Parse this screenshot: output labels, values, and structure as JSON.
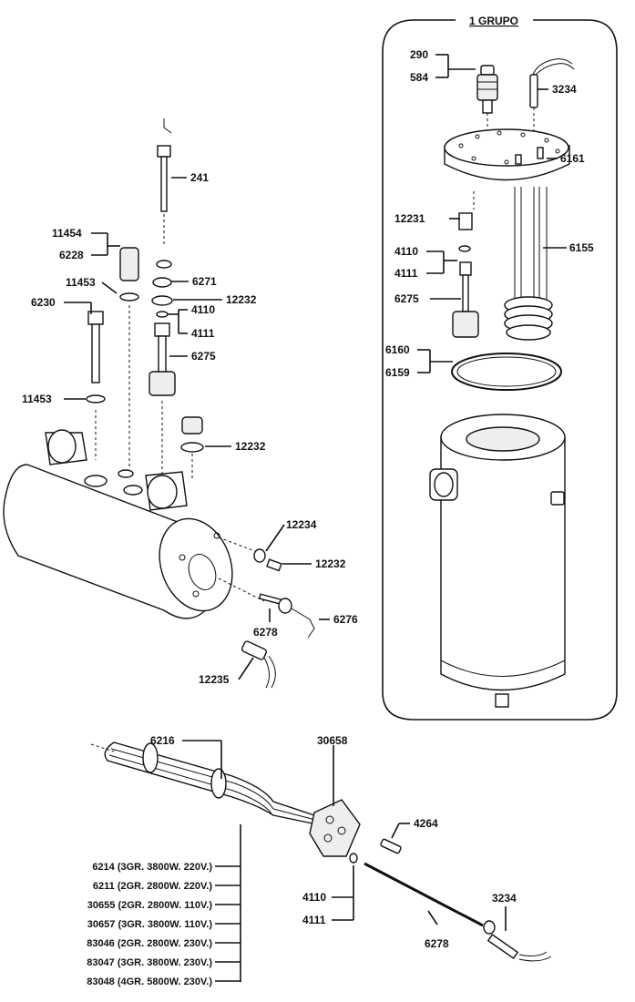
{
  "diagram": {
    "group_title": "1 GRUPO",
    "labels": {
      "l290": "290",
      "l584": "584",
      "l3234a": "3234",
      "l6161": "6161",
      "l12231": "12231",
      "l6155": "6155",
      "l4110a": "4110",
      "l4111a": "4111",
      "l6275a": "6275",
      "l6160": "6160",
      "l6159": "6159",
      "l241": "241",
      "l11454": "11454",
      "l6228": "6228",
      "l11453a": "11453",
      "l6271": "6271",
      "l6230": "6230",
      "l12232a": "12232",
      "l4110b": "4110",
      "l4111b": "4111",
      "l6275b": "6275",
      "l11453b": "11453",
      "l12232b": "12232",
      "l12234": "12234",
      "l12232c": "12232",
      "l6276": "6276",
      "l6278a": "6278",
      "l12235": "12235",
      "l6216": "6216",
      "l30658": "30658",
      "l4264": "4264",
      "l4110c": "4110",
      "l4111c": "4111",
      "l3234b": "3234",
      "l6278b": "6278"
    },
    "element_list": [
      "6214 (3GR. 3800W. 220V.)",
      "6211 (2GR. 2800W. 220V.)",
      "30655 (2GR. 2800W. 110V.)",
      "30657 (3GR. 3800W. 110V.)",
      "83046 (2GR. 2800W. 230V.)",
      "83047 (3GR. 3800W. 230V.)",
      "83048 (4GR. 5800W. 230V.)"
    ]
  }
}
